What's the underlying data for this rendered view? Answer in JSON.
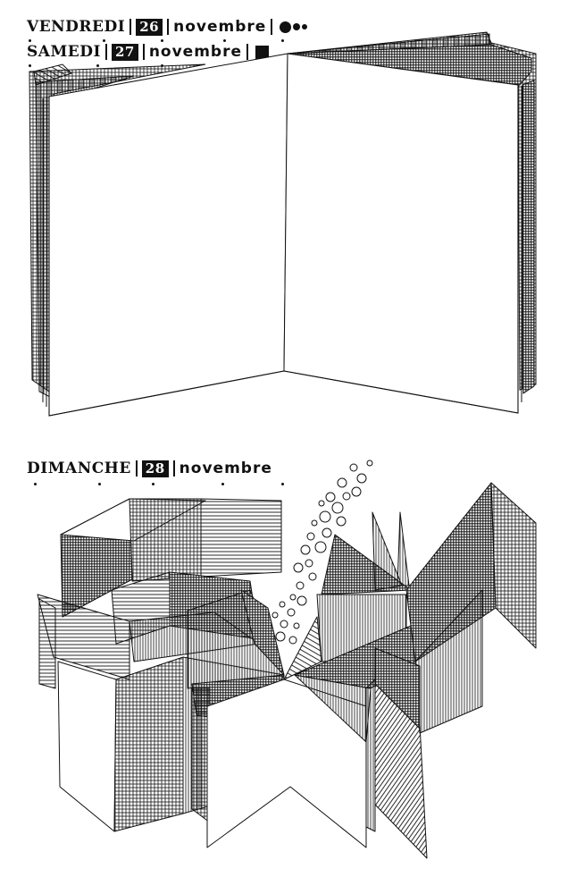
{
  "artwork": {
    "title": "Open book and pop-up book illustrations",
    "style": "pen-and-ink hatching",
    "ink_color": "#111111",
    "paper_color": "#ffffff"
  },
  "captions": [
    {
      "day": "VENDREDI",
      "date": "26",
      "month": "novembre",
      "ornament": "three-circles"
    },
    {
      "day": "SAMEDI",
      "date": "27",
      "month": "novembre",
      "ornament": "black-square"
    },
    {
      "day": "DIMANCHE",
      "date": "28",
      "month": "novembre",
      "ornament": "none"
    }
  ],
  "illustrations": [
    {
      "name": "open-blank-book",
      "description": "Open book with blank pages and hatched page-stack edges"
    },
    {
      "name": "pop-up-book",
      "description": "Open pop-up book with hatched architectural folds and bubbles"
    }
  ]
}
